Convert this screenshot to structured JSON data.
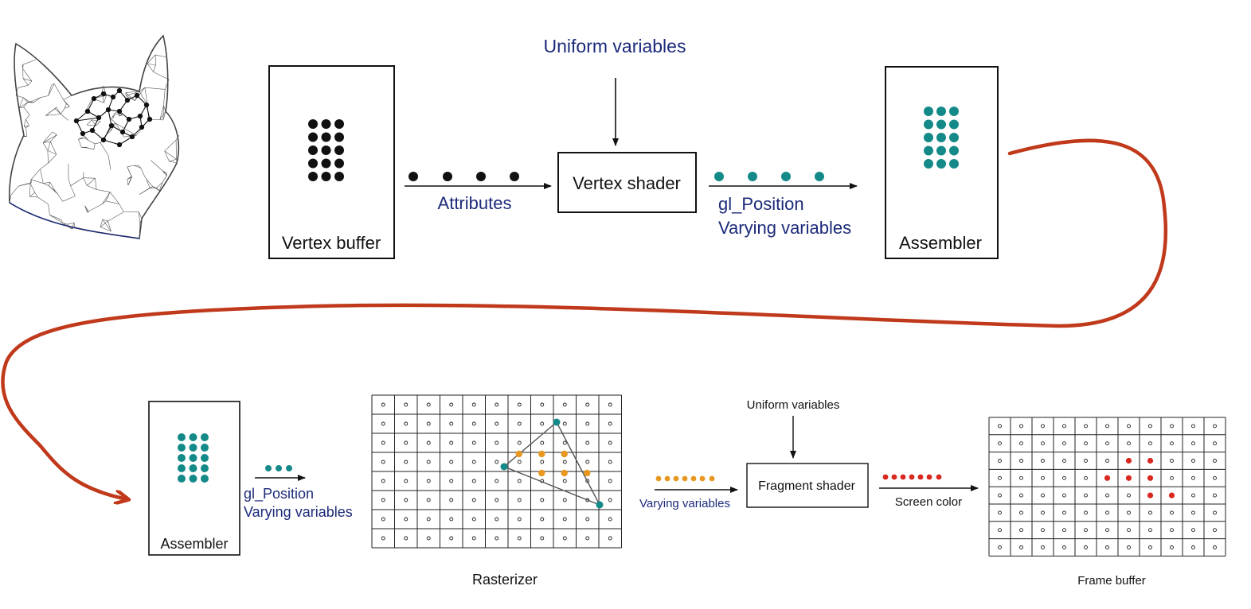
{
  "colors": {
    "stroke": "#111111",
    "navy_text": "#1c2a7a",
    "teal": "#148a88",
    "orange": "#e8971f",
    "red": "#d9281f",
    "flow_arrow": "#c0391b",
    "mesh": "#444444"
  },
  "icons": {
    "model": "cat-head-wireframe-icon"
  },
  "top_row": {
    "uniform_label": "Uniform variables",
    "vertex_buffer_label": "Vertex buffer",
    "attributes_label": "Attributes",
    "vertex_shader_label": "Vertex shader",
    "gl_position_label": "gl_Position",
    "varying_label": "Varying variables",
    "assembler_label": "Assembler"
  },
  "bottom_row": {
    "assembler_label": "Assembler",
    "gl_position_label": "gl_Position",
    "varying_label": "Varying variables",
    "rasterizer_label": "Rasterizer",
    "varying2_label": "Varying variables",
    "uniform_label": "Uniform variables",
    "fragment_shader_label": "Fragment shader",
    "screen_color_label": "Screen color",
    "frame_buffer_label": "Frame buffer"
  }
}
